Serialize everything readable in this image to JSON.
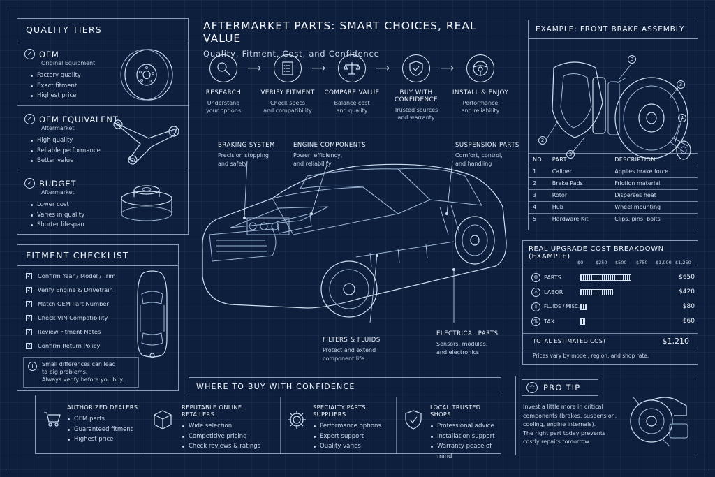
{
  "title": {
    "main": "AFTERMARKET PARTS: SMART CHOICES, REAL VALUE",
    "sub": "Quality, Fitment, Cost, and Confidence"
  },
  "quality_tiers": {
    "title": "QUALITY TIERS",
    "tiers": [
      {
        "name": "OEM",
        "sub": "Original Equipment",
        "bullets": [
          "Factory quality",
          "Exact fitment",
          "Highest price"
        ]
      },
      {
        "name": "OEM EQUIVALENT",
        "sub": "Aftermarket",
        "bullets": [
          "High quality",
          "Reliable performance",
          "Better value"
        ]
      },
      {
        "name": "BUDGET",
        "sub": "Aftermarket",
        "bullets": [
          "Lower cost",
          "Varies in quality",
          "Shorter lifespan"
        ]
      }
    ]
  },
  "steps": [
    {
      "label": "RESEARCH",
      "desc1": "Understand",
      "desc2": "your options",
      "icon": "magnifier-icon"
    },
    {
      "label": "VERIFY FITMENT",
      "desc1": "Check specs",
      "desc2": "and compatibility",
      "icon": "checklist-icon"
    },
    {
      "label": "COMPARE VALUE",
      "desc1": "Balance cost",
      "desc2": "and quality",
      "icon": "scales-icon"
    },
    {
      "label": "BUY WITH CONFIDENCE",
      "desc1": "Trusted sources",
      "desc2": "and warranty",
      "icon": "shield-check-icon"
    },
    {
      "label": "INSTALL & ENJOY",
      "desc1": "Performance",
      "desc2": "and reliability",
      "icon": "steering-wheel-icon"
    }
  ],
  "callouts": {
    "braking": {
      "title": "BRAKING SYSTEM",
      "l1": "Precision stopping",
      "l2": "and safety"
    },
    "engine": {
      "title": "ENGINE COMPONENTS",
      "l1": "Power, efficiency,",
      "l2": "and reliability"
    },
    "suspension": {
      "title": "SUSPENSION PARTS",
      "l1": "Comfort, control,",
      "l2": "and handling"
    },
    "filters": {
      "title": "FILTERS & FLUIDS",
      "l1": "Protect and extend",
      "l2": "component life"
    },
    "electrical": {
      "title": "ELECTRICAL PARTS",
      "l1": "Sensors, modules,",
      "l2": "and electronics"
    }
  },
  "brake": {
    "title": "EXAMPLE: FRONT BRAKE ASSEMBLY",
    "headers": [
      "NO.",
      "PART",
      "DESCRIPTION"
    ],
    "rows": [
      {
        "no": "1",
        "part": "Caliper",
        "desc": "Applies brake force"
      },
      {
        "no": "2",
        "part": "Brake Pads",
        "desc": "Friction material"
      },
      {
        "no": "3",
        "part": "Rotor",
        "desc": "Disperses heat"
      },
      {
        "no": "4",
        "part": "Hub",
        "desc": "Wheel mounting"
      },
      {
        "no": "5",
        "part": "Hardware Kit",
        "desc": "Clips, pins, bolts"
      }
    ],
    "markers": [
      "1",
      "2",
      "3",
      "4",
      "5"
    ]
  },
  "fitment": {
    "title": "FITMENT CHECKLIST",
    "items": [
      "Confirm Year / Model / Trim",
      "Verify Engine & Drivetrain",
      "Match OEM Part Number",
      "Check VIN Compatibility",
      "Review Fitment Notes",
      "Confirm Return Policy"
    ],
    "note1": "Small differences can lead",
    "note2": "to big problems.",
    "note3": "Always verify before you buy."
  },
  "cost": {
    "title": "REAL UPGRADE COST BREAKDOWN (EXAMPLE)",
    "ticks": [
      "$0",
      "$250",
      "$500",
      "$750",
      "$1,000",
      "$1,250"
    ],
    "rows": [
      {
        "label": "PARTS",
        "value": 650,
        "display": "$650",
        "icon": "gear-icon"
      },
      {
        "label": "LABOR",
        "value": 420,
        "display": "$420",
        "icon": "worker-icon"
      },
      {
        "label": "FLUIDS / MISC.",
        "value": 80,
        "display": "$80",
        "icon": "droplet-icon"
      },
      {
        "label": "TAX",
        "value": 60,
        "display": "$60",
        "icon": "percent-icon"
      }
    ],
    "total_label": "TOTAL ESTIMATED COST",
    "total_value": "$1,210",
    "note": "Prices vary by model, region, and shop rate."
  },
  "where": {
    "title": "WHERE TO BUY WITH CONFIDENCE",
    "sources": [
      {
        "name": "AUTHORIZED DEALERS",
        "bullets": [
          "OEM parts",
          "Guaranteed fitment",
          "Highest price"
        ],
        "icon": "cart-icon"
      },
      {
        "name": "REPUTABLE ONLINE RETAILERS",
        "bullets": [
          "Wide selection",
          "Competitive pricing",
          "Check reviews & ratings"
        ],
        "icon": "box-icon"
      },
      {
        "name": "SPECIALTY PARTS SUPPLIERS",
        "bullets": [
          "Performance options",
          "Expert support",
          "Quality varies"
        ],
        "icon": "gear-icon"
      },
      {
        "name": "LOCAL TRUSTED SHOPS",
        "bullets": [
          "Professional advice",
          "Installation support",
          "Warranty peace of mind"
        ],
        "icon": "shield-check-icon"
      }
    ]
  },
  "protip": {
    "title": "PRO TIP",
    "l1": "Invest a little more in critical",
    "l2": "components (brakes, suspension,",
    "l3": "cooling, engine internals).",
    "l4": "The right part today prevents",
    "l5": "costly repairs tomorrow."
  },
  "colors": {
    "background": "#0e1f3d",
    "line": "#cfe0f3"
  }
}
